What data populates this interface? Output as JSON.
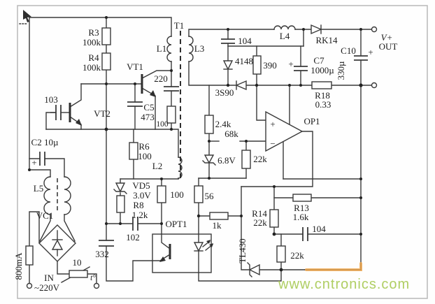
{
  "watermark": "www.cntronics.com",
  "power_input": {
    "fuse": "800mA",
    "in1": "IN",
    "in2": "~220V",
    "ntc_value": "10",
    "ntc_temp": "t°",
    "bridge": "VC1",
    "choke": "L5",
    "cap_c2": "C2 10µ",
    "cap_c2_plus": "+",
    "cap_332": "332"
  },
  "primary": {
    "r3": "R3",
    "r3_val": "100k",
    "r4": "R4",
    "r4_val": "100k",
    "vt1": "VT1",
    "vt2": "VT2",
    "cap_103": "103",
    "cap_220": "220",
    "c5": "C5",
    "c5_val": "473",
    "r_100": "100",
    "r6": "R6",
    "r6_val": "100",
    "vd5": "VD5",
    "vd5_val": "3.0V",
    "r8": "R8",
    "r8_val": "1.2k",
    "cap_102": "102",
    "r_100b": "100",
    "opto": "OPT1"
  },
  "transformer": {
    "t1": "T1",
    "l1": "L1",
    "l2": "L2",
    "l3": "L3"
  },
  "secondary": {
    "cap_104": "104",
    "d_4148": "4148",
    "d_3s90": "3S90",
    "r_390": "390",
    "l4": "L4",
    "rk14": "RK14",
    "c7": "C7",
    "c7_val": "1000µ",
    "c7_plus": "+",
    "c10": "C10",
    "c10_val": "330µ",
    "c10_plus": "+",
    "vplus": "V+",
    "out": "OUT",
    "r18": "R18",
    "r18_val": "0.33",
    "op1": "OP1",
    "op1_plus": "+",
    "op1_minus": "−"
  },
  "feedback": {
    "r_2k4": "2.4k",
    "r_68k": "68k",
    "z_6v8": "6.8V",
    "r_22k": "22k",
    "r_56": "56",
    "r_1k": "1k",
    "r14": "R14",
    "r14_val": "22k",
    "r13": "R13",
    "r13_val": "1.6k",
    "cap_104": "104",
    "r_22k2": "22k",
    "tl430": "TL430"
  }
}
